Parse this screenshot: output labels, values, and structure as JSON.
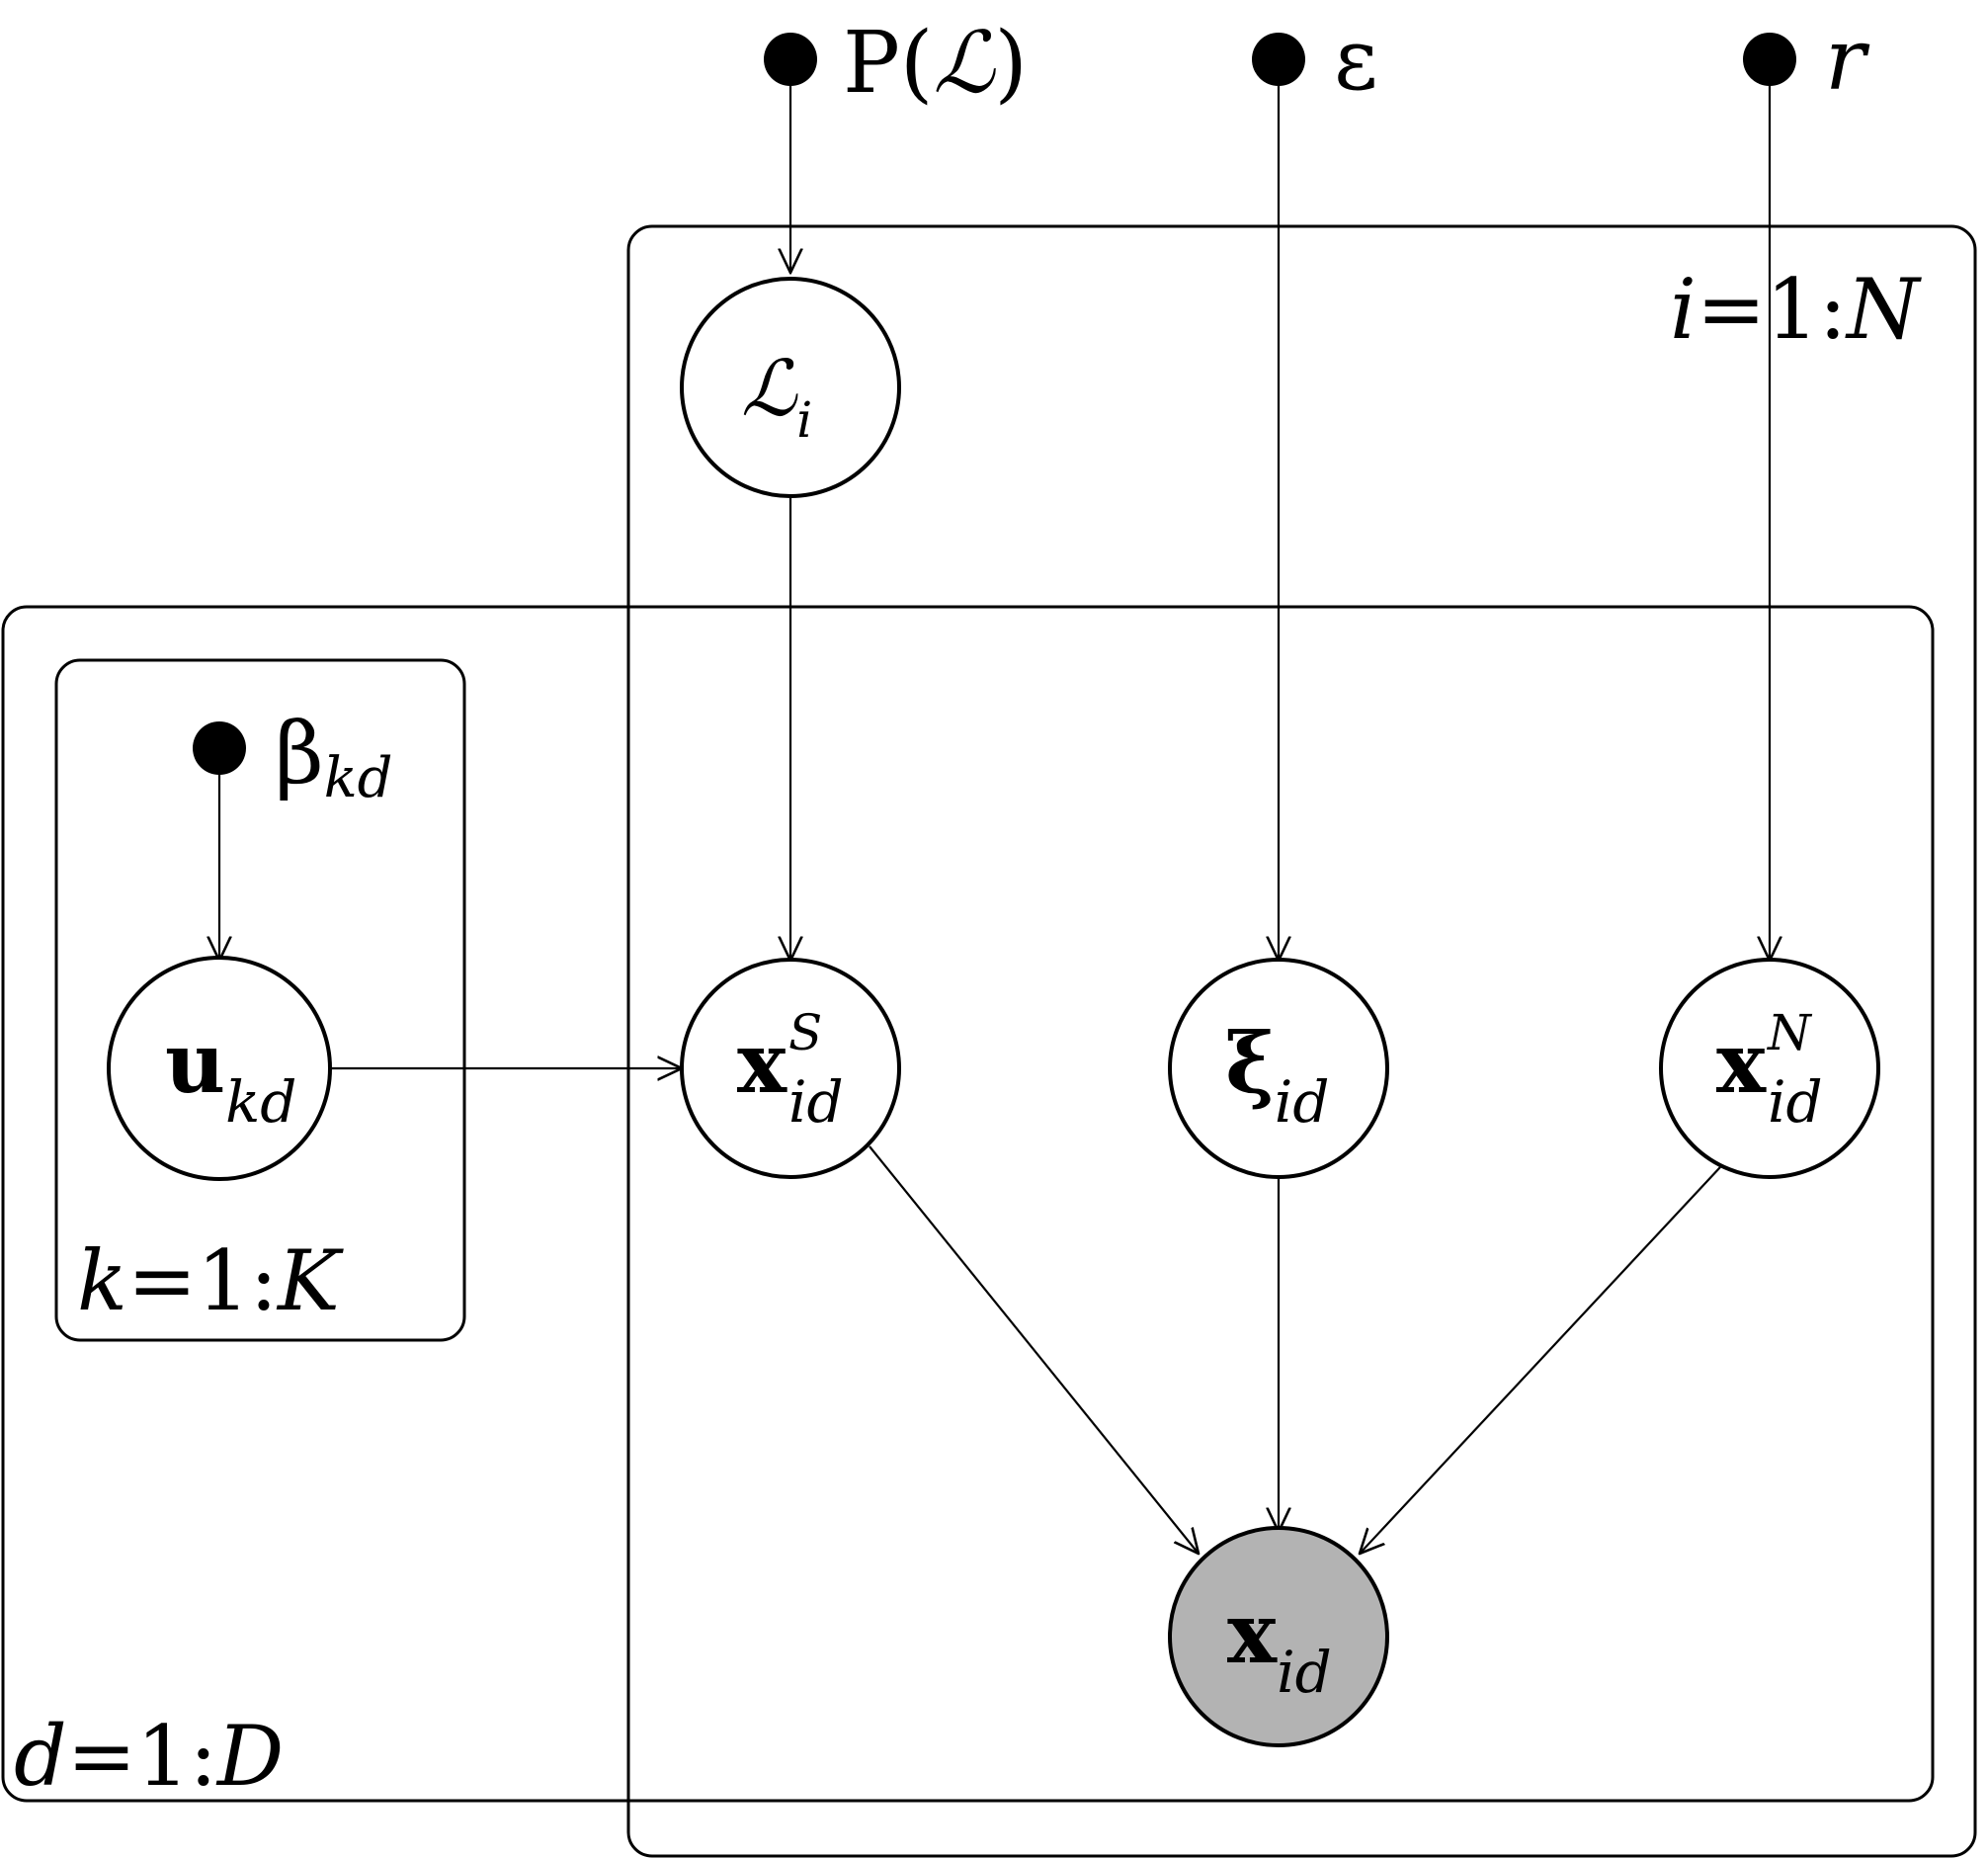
{
  "hyperparameters": {
    "p_l": {
      "name": "P(",
      "script": "ℒ",
      "close": ")"
    },
    "epsilon": {
      "name": "ε"
    },
    "r": {
      "name": "r"
    },
    "beta": {
      "name": "β",
      "sub": "kd"
    }
  },
  "nodes": {
    "L": {
      "name": "ℒ",
      "sub": "i"
    },
    "u": {
      "name": "u",
      "sub": "kd"
    },
    "xS": {
      "name": "x",
      "sup": "S",
      "sub": "id"
    },
    "xi": {
      "name": "ξ",
      "sub": "id"
    },
    "xN": {
      "name": "x",
      "sup": "N",
      "sub": "id"
    },
    "x": {
      "name": "x",
      "sub": "id",
      "observed": true
    }
  },
  "plates": {
    "i": {
      "var": "i",
      "eq": "=1:",
      "end": "N"
    },
    "d": {
      "var": "d",
      "eq": "=1:",
      "end": "D"
    },
    "k": {
      "var": "k",
      "eq": "=1:",
      "end": "K"
    }
  },
  "colors": {
    "observed_fill": "#b3b3b3",
    "stroke": "#000000"
  }
}
